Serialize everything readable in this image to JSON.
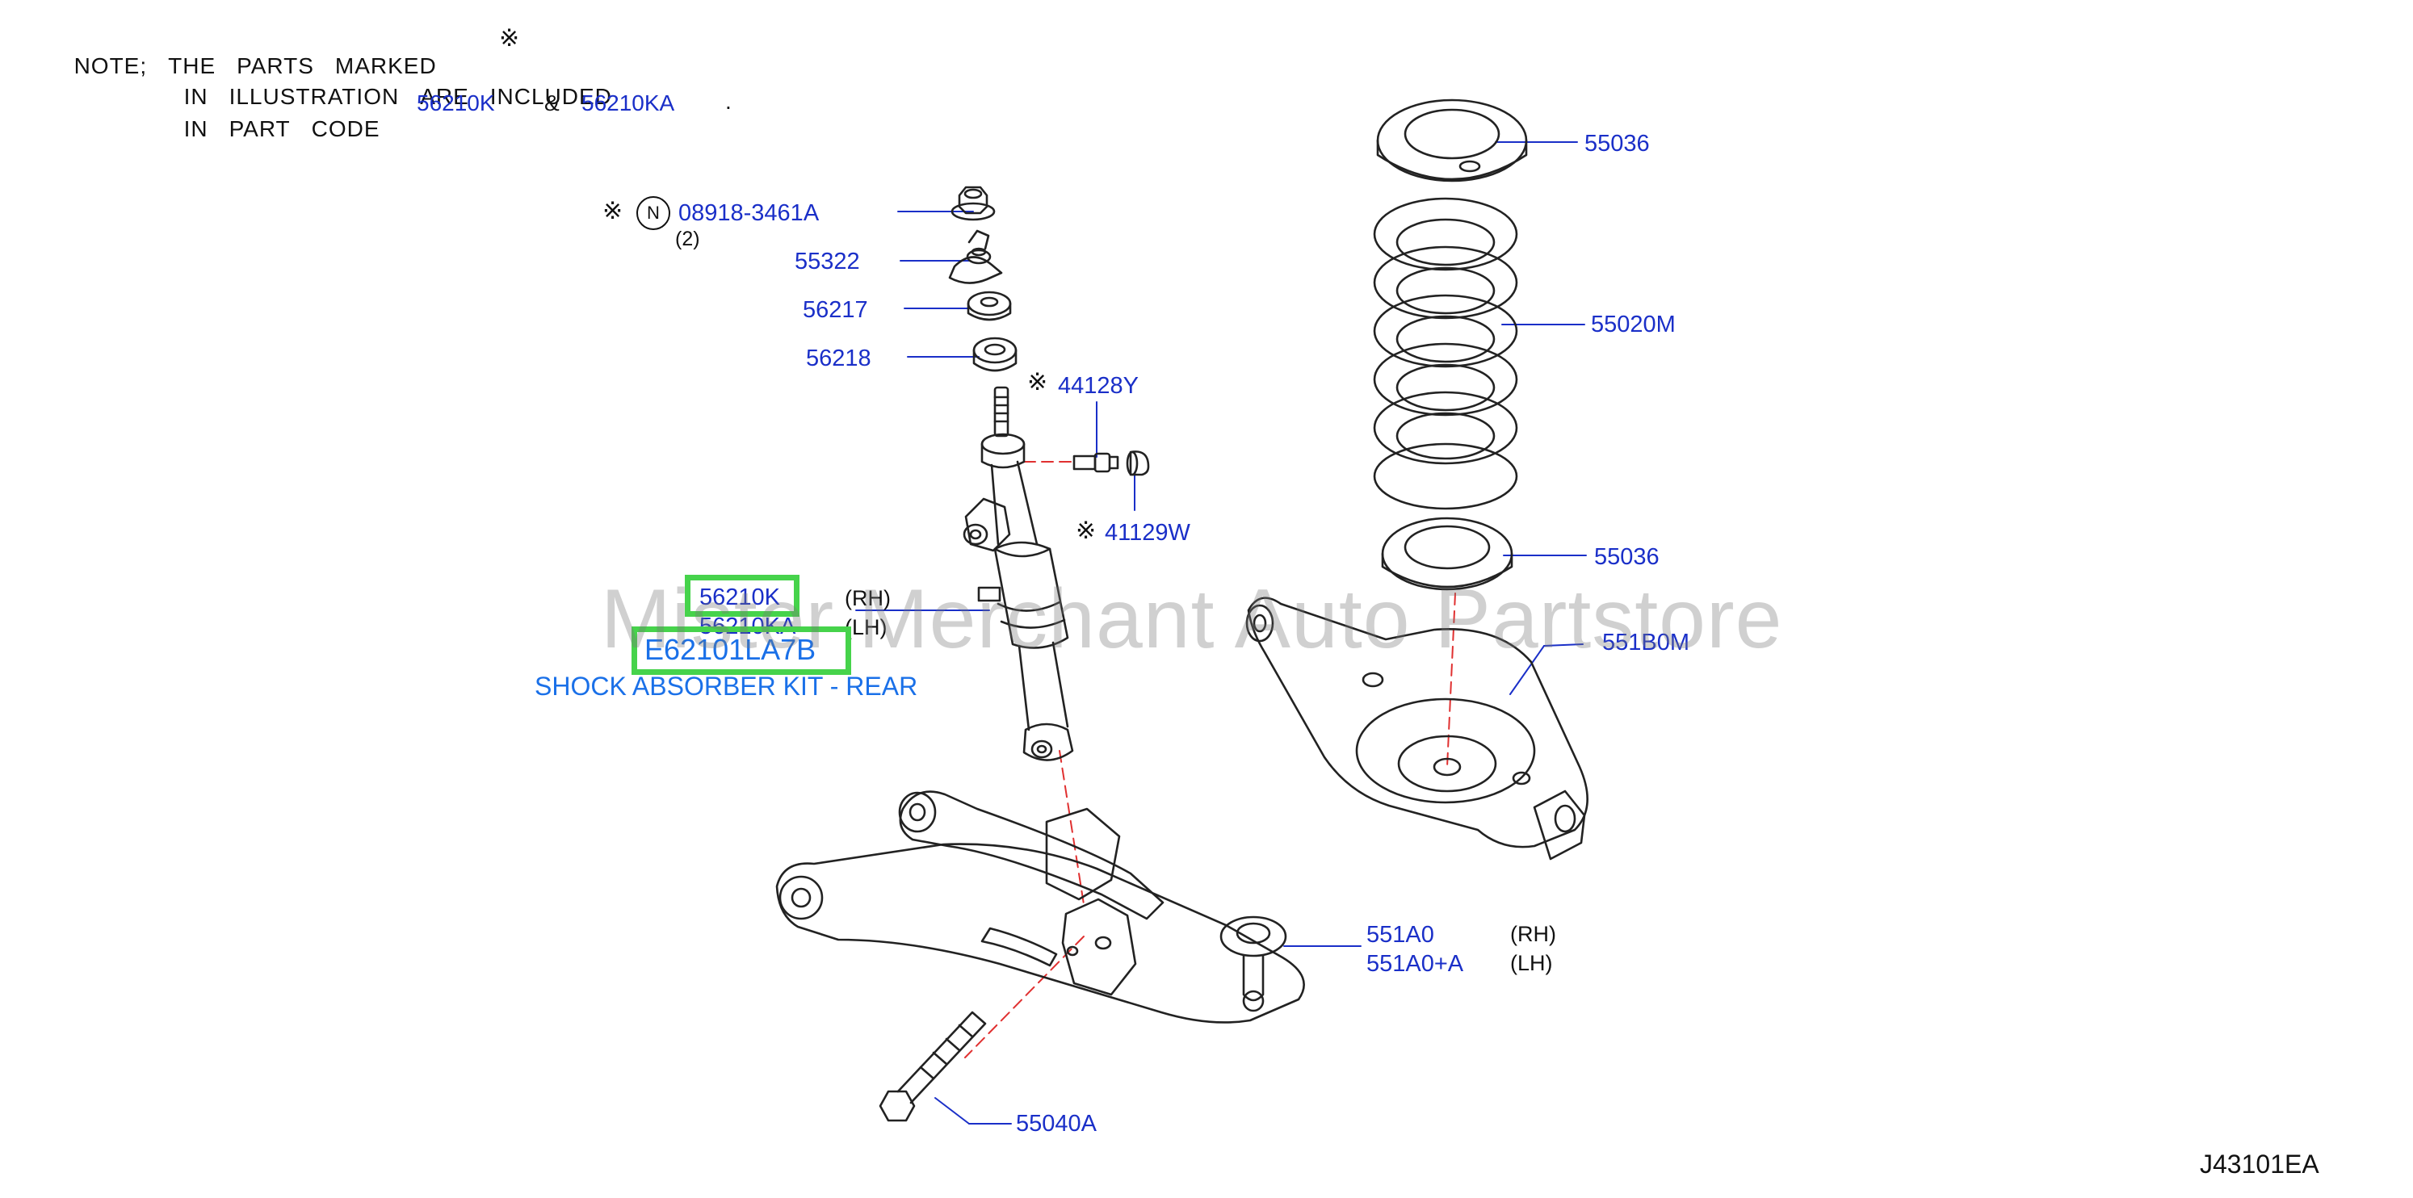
{
  "note": {
    "line1": [
      "NOTE;",
      "THE",
      "PARTS",
      "MARKED"
    ],
    "mark": "※",
    "line2": [
      "IN",
      "ILLUSTRATION",
      "ARE",
      "INCLUDED"
    ],
    "line3": [
      "IN",
      "PART",
      "CODE"
    ],
    "code_a": "56210K",
    "amp": "&",
    "code_b": "56210KA",
    "dot": "."
  },
  "parts": {
    "nut": {
      "code": "08918-3461A",
      "qty": "(2)",
      "mark": "※",
      "n_symbol": "N"
    },
    "mount_bracket": "55322",
    "bushing_upper": "56217",
    "bushing_lower": "56218",
    "bolt_44128Y": {
      "code": "44128Y",
      "mark": "※"
    },
    "cap_41129W": {
      "code": "41129W",
      "mark": "※"
    },
    "shock_rh": {
      "code": "56210K",
      "side": "(RH)"
    },
    "shock_lh": {
      "code": "56210KA",
      "side": "(LH)"
    },
    "seat_upper": "55036",
    "coil_spring": "55020M",
    "seat_lower": "55036",
    "lower_arm": "551B0M",
    "knuckle_rh": {
      "code": "551A0",
      "side": "(RH)"
    },
    "knuckle_lh": {
      "code": "551A0+A",
      "side": "(LH)"
    },
    "bolt_55040A": "55040A"
  },
  "kit": {
    "code": "E62101LA7B",
    "name": "SHOCK ABSORBER KIT - REAR"
  },
  "watermark": "Mister Merchant Auto Partstore",
  "diagram_ref": "J43101EA",
  "colors": {
    "link": "#1a2fc8",
    "highlight": "#46d34b",
    "kit_text": "#1a70e8",
    "center_line": "#e03030"
  }
}
